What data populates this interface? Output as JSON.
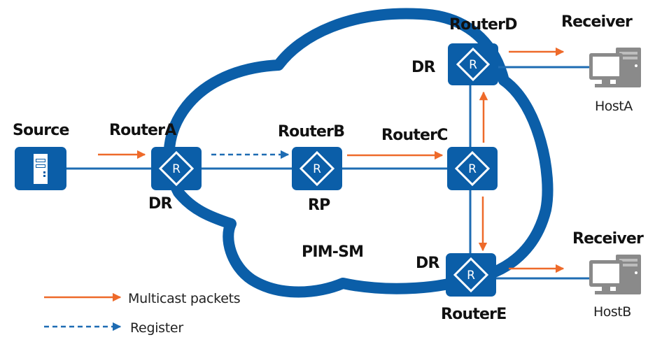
{
  "diagram": {
    "title": "PIM-SM",
    "colors": {
      "device_blue": "#0b5ea8",
      "multicast_orange": "#ee6a2a",
      "register_blue": "#1e6cb3",
      "host_gray": "#8a8a8a"
    },
    "source": {
      "label": "Source",
      "icon": "server-icon"
    },
    "routers": {
      "a": {
        "name": "RouterA",
        "role": "DR",
        "glyph": "R"
      },
      "b": {
        "name": "RouterB",
        "role": "RP",
        "glyph": "R"
      },
      "c": {
        "name": "RouterC",
        "role": "",
        "glyph": "R"
      },
      "d": {
        "name": "RouterD",
        "role": "DR",
        "glyph": "R"
      },
      "e": {
        "name": "RouterE",
        "role": "DR",
        "glyph": "R"
      }
    },
    "hosts": {
      "a": {
        "role": "Receiver",
        "name": "HostA",
        "icon": "pc-icon"
      },
      "b": {
        "role": "Receiver",
        "name": "HostB",
        "icon": "pc-icon"
      }
    },
    "flows": [
      {
        "type": "multicast",
        "from": "Source",
        "to": "RouterA"
      },
      {
        "type": "register",
        "from": "RouterA",
        "to": "RouterB"
      },
      {
        "type": "multicast",
        "from": "RouterB",
        "to": "RouterC"
      },
      {
        "type": "multicast",
        "from": "RouterC",
        "to": "RouterD"
      },
      {
        "type": "multicast",
        "from": "RouterC",
        "to": "RouterE"
      },
      {
        "type": "multicast",
        "from": "RouterD",
        "to": "HostA"
      },
      {
        "type": "multicast",
        "from": "RouterE",
        "to": "HostB"
      }
    ],
    "legend": {
      "multicast": "Multicast packets",
      "register": "Register"
    }
  }
}
